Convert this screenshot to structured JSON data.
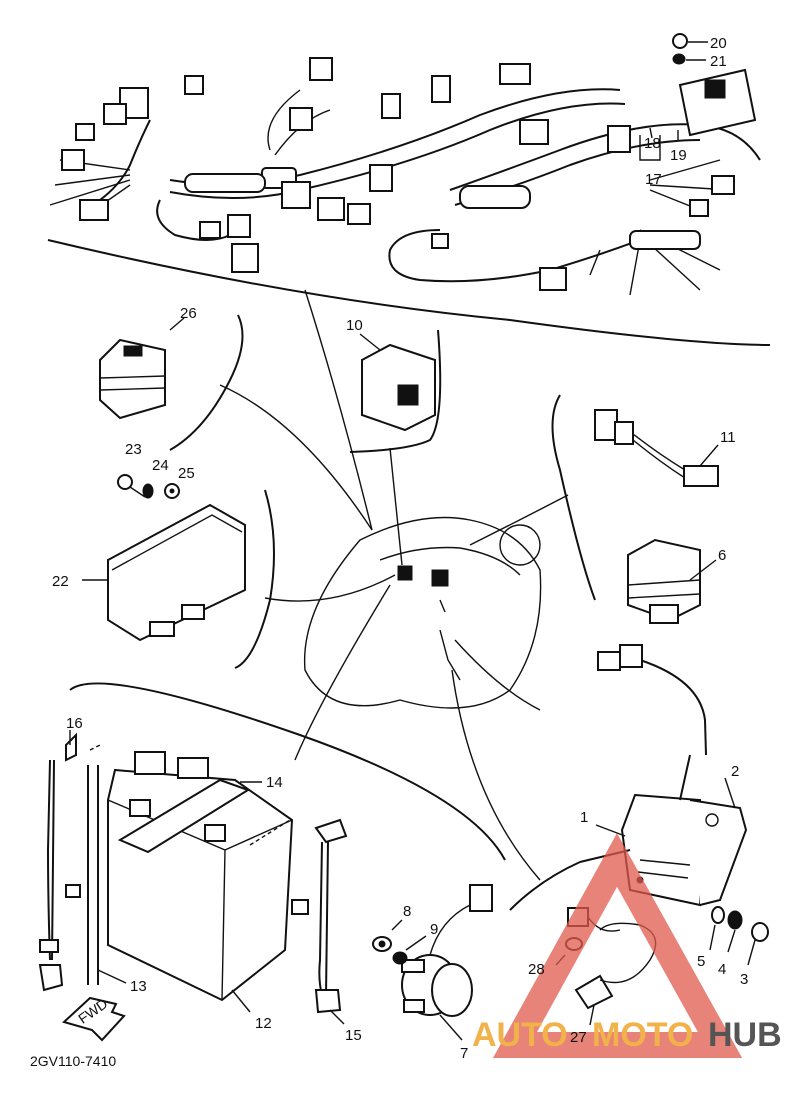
{
  "diagram": {
    "part_labels": [
      "1",
      "2",
      "3",
      "4",
      "5",
      "6",
      "7",
      "8",
      "9",
      "10",
      "11",
      "12",
      "13",
      "14",
      "15",
      "16",
      "17",
      "18",
      "19",
      "20",
      "21",
      "22",
      "23",
      "24",
      "25",
      "26",
      "27",
      "28"
    ],
    "drawing_code": "2GV110-7410",
    "arrow_label": "FWD",
    "watermark": {
      "auto": "AUTO",
      "moto": "MOTO",
      "hub": "HUB",
      "colors": {
        "auto": "#f2b24a",
        "moto": "#f2b24a",
        "hub": "#555555",
        "triangle": "#e05a4e"
      }
    }
  }
}
